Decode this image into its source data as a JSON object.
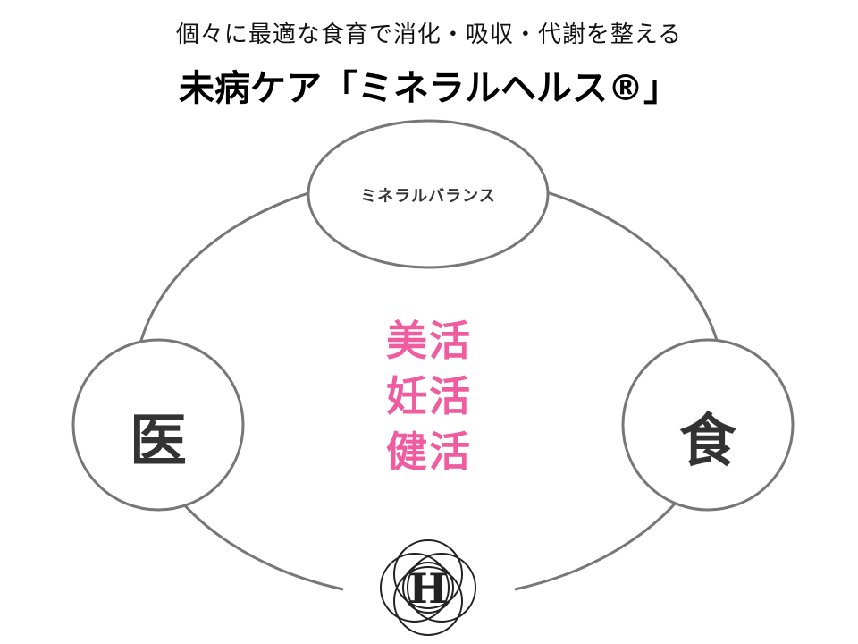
{
  "header": {
    "subtitle": "個々に最適な食育で消化・吸収・代謝を整える",
    "title": "未病ケア「ミネラルヘルス®」"
  },
  "diagram": {
    "top_node": "ミネラルバランス",
    "left_node": "医",
    "right_node": "食",
    "center_items": [
      "美活",
      "妊活",
      "健活"
    ]
  },
  "logo": {
    "letter": "H"
  },
  "colors": {
    "accent": "#ef5ca0",
    "stroke": "#777777",
    "text": "#333333"
  }
}
